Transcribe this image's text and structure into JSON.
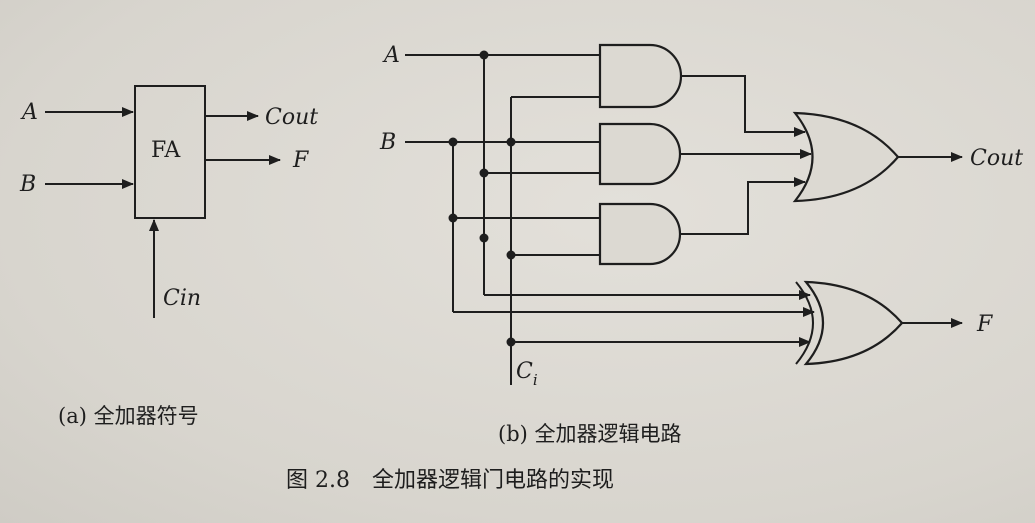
{
  "figure_a": {
    "inputs": [
      "A",
      "B"
    ],
    "block_label": "FA",
    "outputs": [
      "Cout",
      "F"
    ],
    "carry_in": "Cin",
    "caption": "(a) 全加器符号"
  },
  "figure_b": {
    "inputs": [
      "A",
      "B"
    ],
    "carry_in": "C",
    "carry_in_subscript": "i",
    "outputs": [
      "Cout",
      "F"
    ],
    "caption": "(b) 全加器逻辑电路"
  },
  "figure_caption": "图 2.8　全加器逻辑门电路的实现"
}
